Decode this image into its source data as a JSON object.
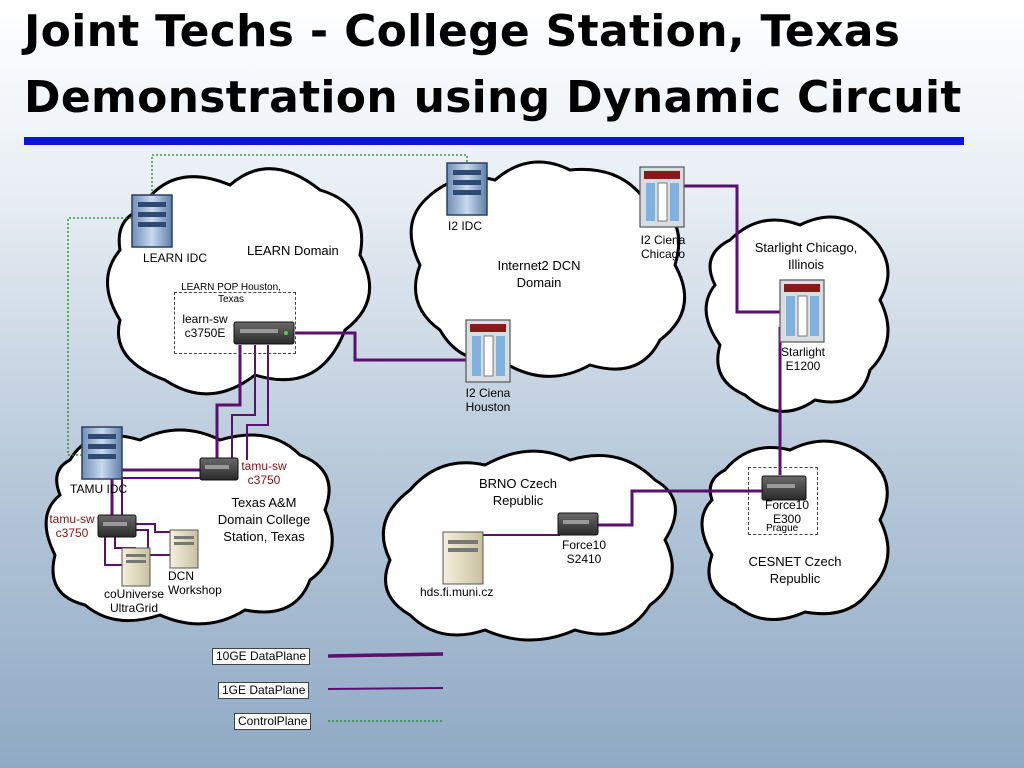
{
  "title": {
    "line1": "Joint Techs - College Station, Texas",
    "line2": "Demonstration using Dynamic Circuit"
  },
  "colors": {
    "accent_rule": "#0a14d8",
    "dataplane": "#5b0f6e",
    "controlplane": "#1e8a1e"
  },
  "domains": {
    "learn": {
      "name": "LEARN Domain",
      "idc": "LEARN IDC",
      "pop": "LEARN POP Houston, Texas",
      "switch": "learn-sw c3750E"
    },
    "internet2": {
      "name": "Internet2 DCN Domain",
      "idc": "I2 IDC",
      "ciena_chicago": "I2 Ciena Chicago",
      "ciena_houston": "I2 Ciena Houston"
    },
    "starlight": {
      "name": "Starlight Chicago, Illinois",
      "device": "Starlight E1200"
    },
    "tamu": {
      "name": "Texas A&M Domain College Station, Texas",
      "idc": "TAMU IDC",
      "switch_a": "tamu-sw c3750",
      "switch_b": "tamu-sw c3750",
      "couniverse": "coUniverse UltraGrid",
      "dcn": "DCN Workshop"
    },
    "brno": {
      "name": "BRNO Czech Republic",
      "switch": "Force10 S2410",
      "server": "hds.fi.muni.cz"
    },
    "cesnet": {
      "name": "CESNET Czech Republic",
      "switch": "Force10 E300",
      "city": "Prague"
    }
  },
  "legend": {
    "items": [
      {
        "label": "10GE DataPlane",
        "style": "thick"
      },
      {
        "label": "1GE DataPlane",
        "style": "thin"
      },
      {
        "label": "ControlPlane",
        "style": "dotted"
      }
    ]
  }
}
